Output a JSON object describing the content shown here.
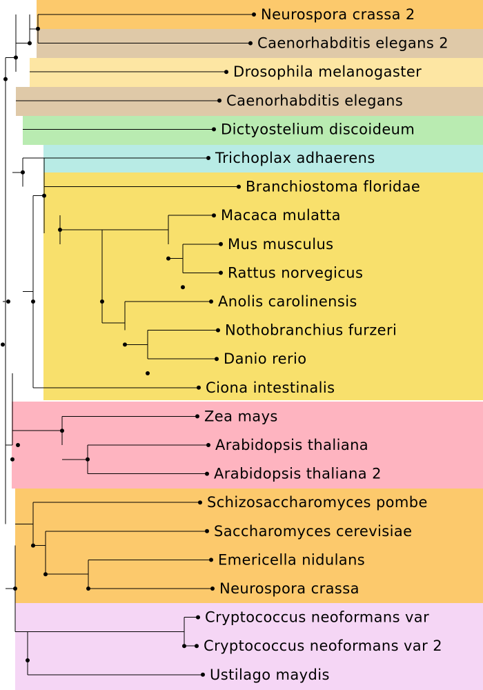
{
  "colors": {
    "orange": "#fcc96c",
    "tan": "#dfc9a8",
    "lightyellow": "#fde6a3",
    "green": "#b9ebb1",
    "cyan": "#b8ebe5",
    "yellow": "#f8e06c",
    "pink": "#feb4c0",
    "lavender": "#f5d6f5",
    "white": "#ffffff"
  },
  "taxa": [
    "Neurospora crassa 2",
    "Caenorhabditis elegans 2",
    "Drosophila melanogaster",
    "Caenorhabditis elegans",
    "Dictyostelium discoideum",
    "Trichoplax adhaerens",
    "Branchiostoma floridae",
    "Macaca mulatta",
    "Mus musculus",
    "Rattus norvegicus",
    "Anolis carolinensis",
    "Nothobranchius furzeri",
    "Danio rerio",
    "Ciona intestinalis",
    "Zea mays",
    "Arabidopsis thaliana",
    "Arabidopsis thaliana 2",
    "Schizosaccharomyces pombe",
    "Saccharomyces cerevisiae",
    "Emericella nidulans",
    "Neurospora crassa",
    "Cryptococcus neoformans var",
    "Cryptococcus neoformans var 2",
    "Ustilago maydis"
  ],
  "clade_colors": [
    "orange",
    "tan",
    "lightyellow",
    "tan",
    "green",
    "cyan",
    "yellow",
    "white",
    "pink",
    "orange",
    "lavender"
  ]
}
